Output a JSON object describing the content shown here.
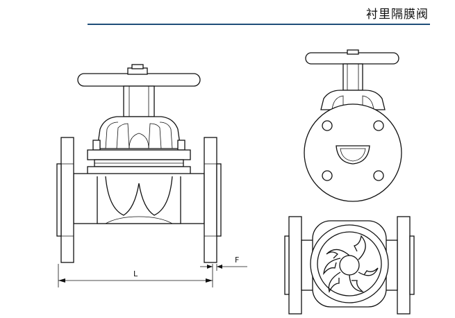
{
  "header": {
    "title": "衬里隔膜阀",
    "rule_color": "#1f4e79"
  },
  "dimensions": {
    "length_label": "L",
    "flange_label": "F"
  }
}
